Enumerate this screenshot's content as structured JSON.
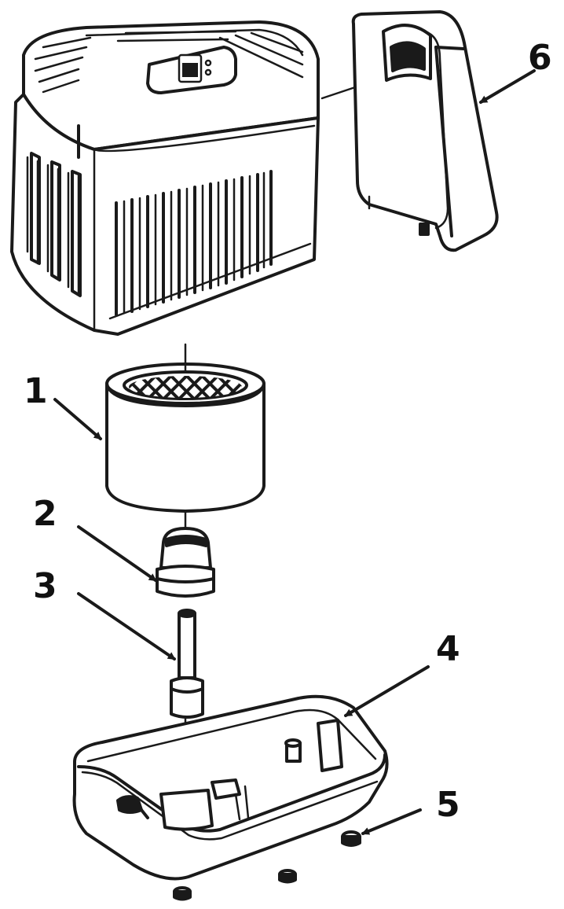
{
  "diagram": {
    "colors": {
      "line": "#1a1a1a",
      "background": "#ffffff"
    },
    "callouts": [
      {
        "id": "1",
        "label": "1"
      },
      {
        "id": "2",
        "label": "2"
      },
      {
        "id": "3",
        "label": "3"
      },
      {
        "id": "4",
        "label": "4"
      },
      {
        "id": "5",
        "label": "5"
      },
      {
        "id": "6",
        "label": "6"
      }
    ],
    "parts": [
      {
        "callout": "1",
        "icon": "wick-filter-icon"
      },
      {
        "callout": "2",
        "icon": "float-icon"
      },
      {
        "callout": "3",
        "icon": "float-rod-icon"
      },
      {
        "callout": "4",
        "icon": "base-tray-icon"
      },
      {
        "callout": "5",
        "icon": "foot-icon"
      },
      {
        "callout": "6",
        "icon": "water-bottle-icon"
      }
    ],
    "main_unit_icon": "humidifier-housing-icon"
  }
}
